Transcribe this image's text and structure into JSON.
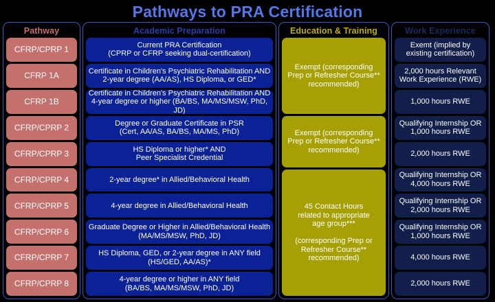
{
  "title": "Pathways to PRA Certification",
  "colors": {
    "background": "#000000",
    "title_blue": "#5577e8",
    "pathway_red": "#c4706d",
    "academic_blue": "#0b2196",
    "education_olive": "#a6a004",
    "work_navy": "#121f4a",
    "column_border": "#3a59c4"
  },
  "columns": {
    "pathway": {
      "header": "Pathway",
      "cells": [
        "CFRP/CPRP 1",
        "CFRP 1A",
        "CFRP 1B",
        "CFRP/CPRP 2",
        "CFRP/CPRP 3",
        "CFRP/CPRP 4",
        "CFRP/CPRP 5",
        "CFRP/CPRP 6",
        "CFRP/CPRP 7",
        "CFRP/CPRP 8"
      ]
    },
    "academic": {
      "header": "Academic Preparation",
      "cells": [
        "Current PRA Certification\n(CPRP or CFRP seeking dual-certification)",
        "Certificate in Children's Psychiatric Rehabilitation AND\n2-year degree (AA/AS), HS Diploma, or GED*",
        "Certificate in Children's Psychiatric Rehabilitation AND\n4-year degree or higher (BA/BS, MA/MS/MSW, PhD, JD)",
        "Degree or Graduate Certificate in PSR\n(Cert, AA/AS, BA/BS, MA/MS, PhD)",
        "HS Diploma or higher* AND\nPeer Specialist Credential",
        "2-year degree* in Allied/Behavioral Health",
        "4-year degree in Allied/Behavioral Health",
        "Graduate Degree or Higher in Allied/Behavioral Health\n(MA/MS/MSW, PhD, JD)",
        "HS Diploma, GED, or 2-year degree in ANY field\n(HS/GED, AA/AS)*",
        "4-year degree or higher in ANY field\n(BA/BS, MA/MS/MSW, PhD, JD)"
      ]
    },
    "education": {
      "header": "Education & Training",
      "cells": [
        {
          "text": "Exempt (corresponding\nPrep or Refresher Course**\nrecommended)",
          "span": 3
        },
        {
          "text": "Exempt (corresponding\nPrep or Refresher Course**\nrecommended)",
          "span": 2
        },
        {
          "text": "45 Contact Hours\nrelated to appropriate\nage group***\n\n(corresponding Prep or\nRefresher Course**\nrecommended)",
          "span": 5
        }
      ]
    },
    "work": {
      "header": "Work Experience",
      "cells": [
        "Exemt (implied by\nexisting certification)",
        "2,000 hours Relevant\nWork Experience (RWE)",
        "1,000 hours RWE",
        "Qualifying Internship OR\n1,000 hours RWE",
        "2,000 hours RWE",
        "Qualifying Internship OR\n4,000 hours RWE",
        "Qualifying Internship OR\n2,000 hours RWE",
        "Qualifying Internship OR\n1,000 hours RWE",
        "4,000 hours RWE",
        "2,000 hours RWE"
      ]
    }
  }
}
